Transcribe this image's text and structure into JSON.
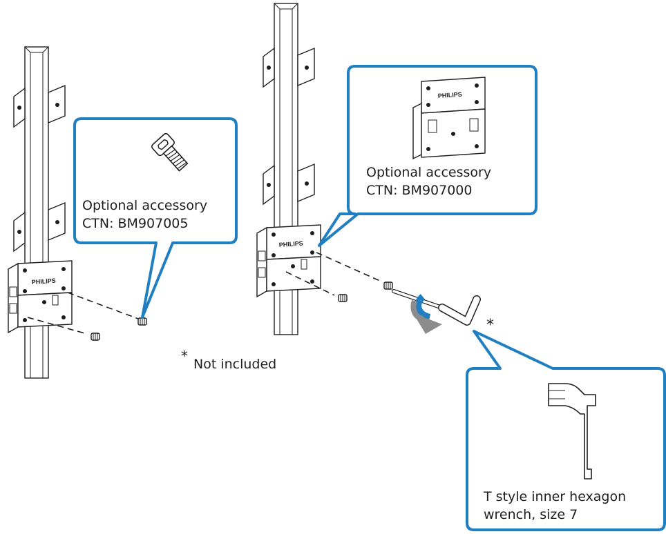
{
  "brand": "PHILIPS",
  "callout_screw": {
    "line1": "Optional accessory",
    "line2": "CTN: BM907005"
  },
  "callout_bracket": {
    "line1": "Optional accessory",
    "line2": "CTN: BM907000"
  },
  "callout_wrench": {
    "line1": "T style inner hexagon",
    "line2": "wrench, size 7"
  },
  "footnote": {
    "marker": "*",
    "text": "Not included"
  },
  "colors": {
    "callout_border": "#1f7fc1",
    "rotation_arrow_blue": "#1f7fc1",
    "rotation_arrow_grey": "#8c8c8c",
    "line_art": "#1e1e1e"
  }
}
